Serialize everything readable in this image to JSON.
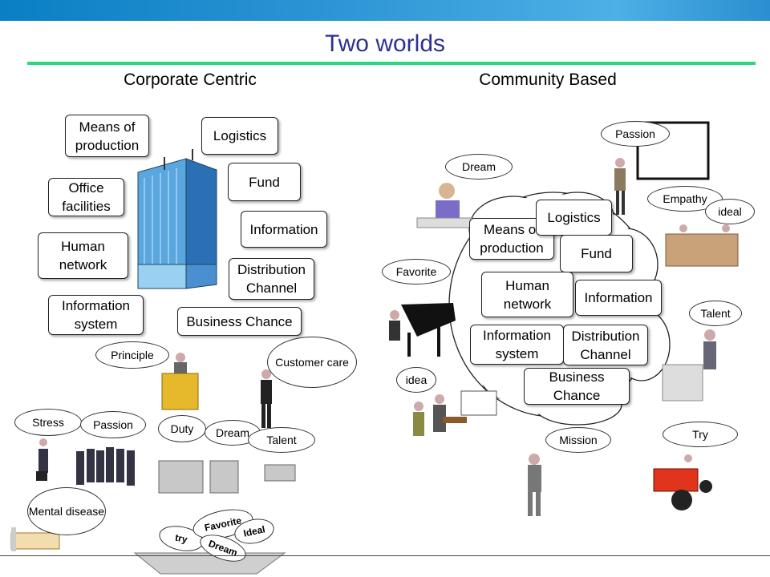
{
  "title": "Two worlds",
  "left": {
    "heading": "Corporate Centric",
    "boxes": [
      "Means of production",
      "Logistics",
      "Office facilities",
      "Fund",
      "Human network",
      "Information",
      "Distribution Channel",
      "Information system",
      "Business Chance"
    ],
    "bubbles": [
      "Principle",
      "Customer care",
      "Stress",
      "Passion",
      "Duty",
      "Dream",
      "Talent",
      "Mental disease"
    ],
    "bowl_words": [
      "try",
      "Favorite",
      "Ideal",
      "Dream"
    ]
  },
  "right": {
    "heading": "Community Based",
    "boxes": [
      "Means of production",
      "Logistics",
      "Fund",
      "Human network",
      "Information",
      "Information system",
      "Distribution Channel",
      "Business Chance"
    ],
    "bubbles": [
      "Passion",
      "Dream",
      "Empathy",
      "ideal",
      "Favorite",
      "Talent",
      "idea",
      "Mission",
      "Try"
    ]
  },
  "colors": {
    "title": "#2e3192",
    "rule": "#27d97e",
    "banner": "#1a8bd0"
  }
}
